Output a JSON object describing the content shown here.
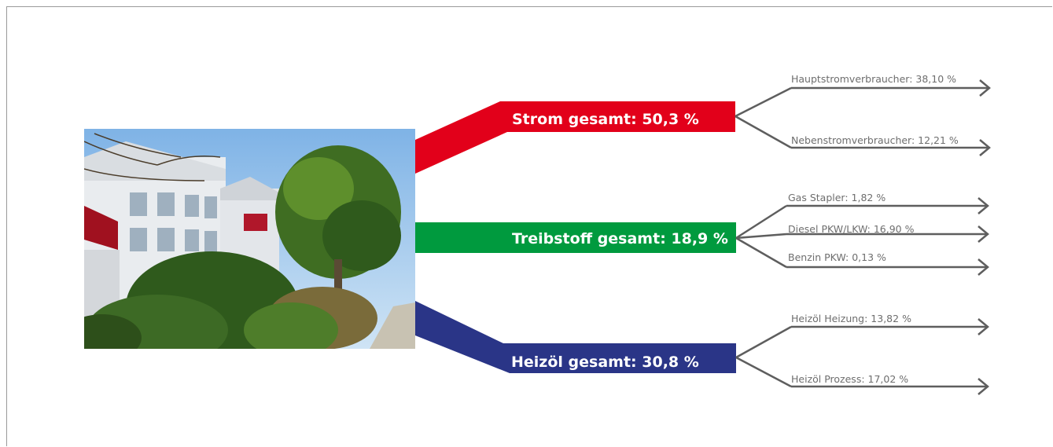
{
  "flows": [
    {
      "id": "strom",
      "label": "Strom gesamt: 50,3 %",
      "color": "#e2001a",
      "share_percent": 50.3,
      "subs": [
        {
          "label": "Hauptstromverbraucher: 38,10 %",
          "value": 38.1
        },
        {
          "label": "Nebenstromverbraucher: 12,21 %",
          "value": 12.21
        }
      ]
    },
    {
      "id": "treibstoff",
      "label": "Treibstoff gesamt: 18,9 %",
      "color": "#009a3e",
      "share_percent": 18.9,
      "subs": [
        {
          "label": "Gas Stapler: 1,82 %",
          "value": 1.82
        },
        {
          "label": "Diesel PKW/LKW: 16,90 %",
          "value": 16.9
        },
        {
          "label": "Benzin PKW: 0,13 %",
          "value": 0.13
        }
      ]
    },
    {
      "id": "heizoel",
      "label": "Heizöl gesamt: 30,8 %",
      "color": "#2a3587",
      "share_percent": 30.8,
      "subs": [
        {
          "label": "Heizöl Heizung: 13,82 %",
          "value": 13.82
        },
        {
          "label": "Heizöl Prozess: 17,02 %",
          "value": 17.02
        }
      ]
    }
  ],
  "colors": {
    "sky_top": "#7fb3e6",
    "sky_bottom": "#cfe4f5",
    "building": "#e9ecef",
    "roof_accent": "#a0111f",
    "tree_dark": "#2f5a1c",
    "tree_light": "#5e8f2c",
    "path": "#c8c2b2"
  }
}
